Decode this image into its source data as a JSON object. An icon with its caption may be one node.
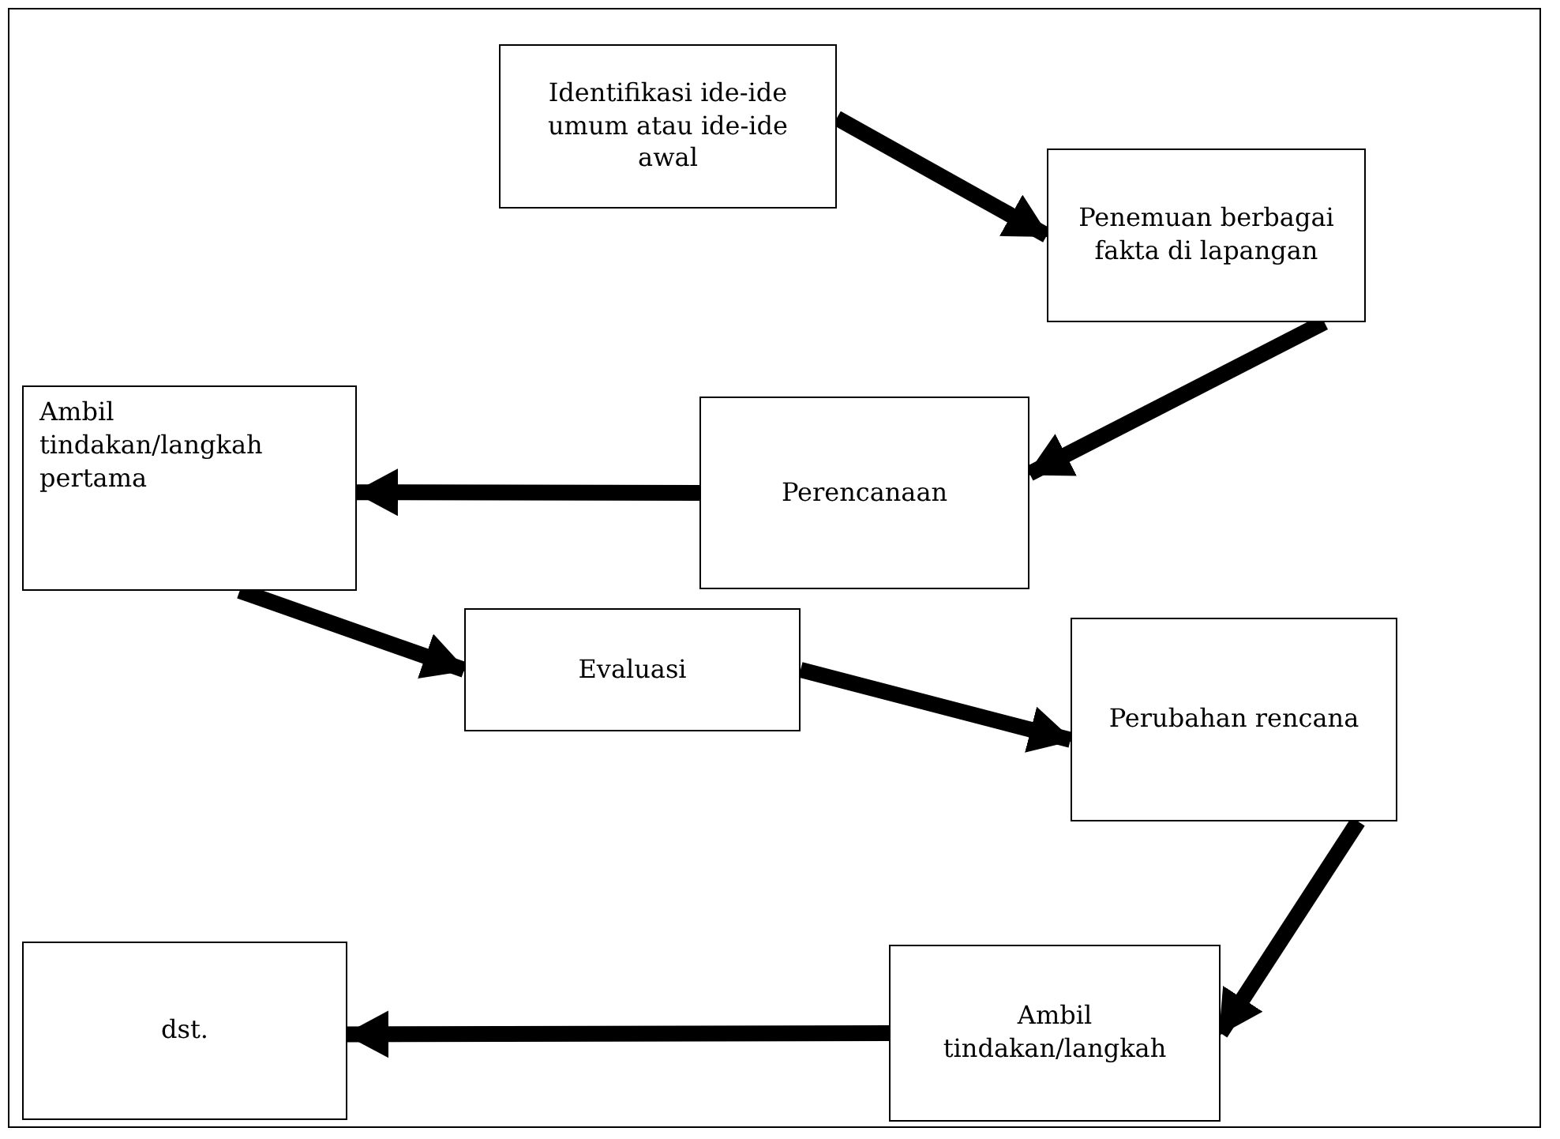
{
  "diagram": {
    "nodes": [
      {
        "text": [
          "Identifikasi ide-ide umum atau ide-ide awal"
        ]
      },
      {
        "text": [
          "Penemuan berbagai fakta di lapangan"
        ]
      },
      {
        "text": [
          "Perencanaan"
        ]
      },
      {
        "text": [
          "Ambil tindakan/langkah pertama"
        ]
      },
      {
        "text": [
          "Evaluasi"
        ]
      },
      {
        "text": [
          "Perubahan rencana"
        ]
      },
      {
        "text": [
          "Ambil tindakan/langkah"
        ]
      },
      {
        "text": [
          "dst."
        ]
      }
    ],
    "edges": [
      {
        "from": 0,
        "to": 1,
        "arrow": "to"
      },
      {
        "from": 1,
        "to": 2,
        "arrow": "to"
      },
      {
        "from": 2,
        "to": 3,
        "arrow": "to"
      },
      {
        "from": 3,
        "to": 4,
        "arrow": "to"
      },
      {
        "from": 4,
        "to": 5,
        "arrow": "to"
      },
      {
        "from": 5,
        "to": 6,
        "arrow": "to"
      },
      {
        "from": 6,
        "to": 7,
        "arrow": "to"
      }
    ]
  }
}
